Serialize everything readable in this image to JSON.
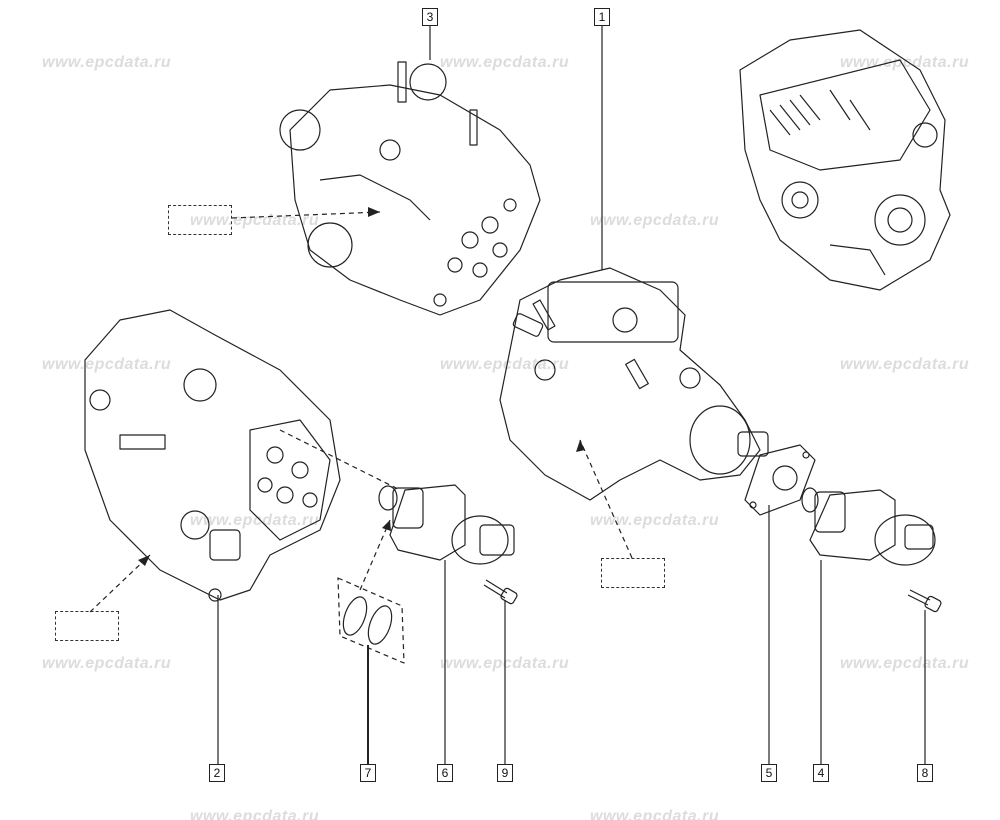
{
  "watermark": {
    "text": "www.epcdata.ru"
  },
  "callouts": {
    "c1": "1",
    "c2": "2",
    "c3": "3",
    "c4": "4",
    "c5": "5",
    "c6": "6",
    "c7": "7",
    "c8": "8",
    "c9": "9"
  }
}
